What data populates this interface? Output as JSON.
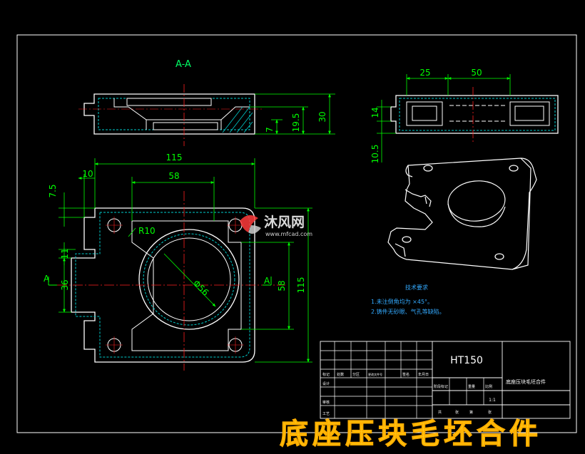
{
  "colors": {
    "background": "#000000",
    "line": "#ffffff",
    "dimension": "#00ff00",
    "centerline": "#ff2020",
    "section_label": "#00ff66",
    "hatch": "#00cccc",
    "title": "#ffd21a",
    "notes": "#33aaff"
  },
  "drawing": {
    "section_label": "A-A",
    "dims": {
      "d25": "25",
      "d50": "50",
      "d14": "14",
      "d10_5": "10.5",
      "d30": "30",
      "d19_5": "19.5",
      "d7": "7",
      "d115_top": "115",
      "d10": "10",
      "d58_top": "58",
      "d7_5": "7.5",
      "d11": "11",
      "d36": "36",
      "d58_right": "58",
      "d115_right": "115",
      "r10": "R10",
      "dia56": "Φ56"
    },
    "section_marks": {
      "left": "A",
      "right": "A"
    }
  },
  "notes": {
    "heading": "技术要求",
    "items": [
      "1.未注倒角均为 ×45°。",
      "2.铸件无砂眼、气孔等缺陷。"
    ]
  },
  "title_block": {
    "material": "HT150",
    "part_name": "底座压块毛坯合件",
    "scale": "1:1",
    "row_labels": [
      "标记",
      "处数",
      "分区",
      "更改文件号",
      "签名",
      "年月日"
    ],
    "left_labels": [
      "设计",
      "审核",
      "工艺"
    ],
    "stage_labels": [
      "阶段标记",
      "重量",
      "比例"
    ],
    "sheet_labels": [
      "共",
      "张",
      "第",
      "张"
    ]
  },
  "watermark": {
    "name": "沐风网",
    "url": "www.mfcad.com"
  },
  "footer_title": "底座压块毛坯合件"
}
